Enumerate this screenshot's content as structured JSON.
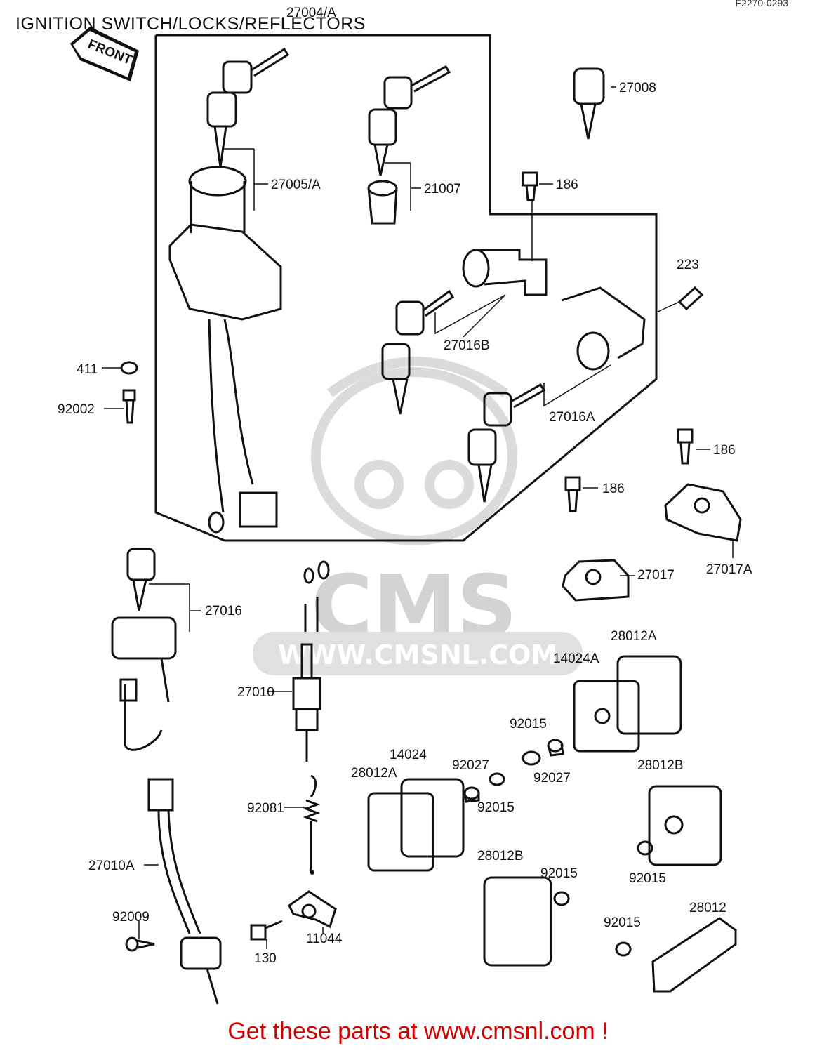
{
  "header": {
    "title": "IGNITION SWITCH/LOCKS/REFLECTORS",
    "diagram_code": "F2270-0293"
  },
  "orientation": {
    "front_arrow": "FRONT"
  },
  "watermark": {
    "brand": "CMS",
    "url": "WWW.CMSNL.COM"
  },
  "footer": {
    "cta": "Get these parts at www.cmsnl.com !"
  },
  "labels": {
    "l27004A": "27004/A",
    "l27008": "27008",
    "l27005A": "27005/A",
    "l21007": "21007",
    "l186a": "186",
    "l223": "223",
    "l27016B": "27016B",
    "l411": "411",
    "l92002": "92002",
    "l27016A": "27016A",
    "l186b": "186",
    "l186c": "186",
    "l27017": "27017",
    "l27017A": "27017A",
    "l27016": "27016",
    "l28012A_top": "28012A",
    "l14024A": "14024A",
    "l27010": "27010",
    "l92015a": "92015",
    "l14024": "14024",
    "l92027a": "92027",
    "l28012A_mid": "28012A",
    "l92027b": "92027",
    "l28012B_right": "28012B",
    "l92015b": "92015",
    "l92081": "92081",
    "l27010A": "27010A",
    "l28012B_bot": "28012B",
    "l92015c": "92015",
    "l92015d": "92015",
    "l92009": "92009",
    "l11044": "11044",
    "l130": "130",
    "l92015e": "92015",
    "l28012": "28012"
  }
}
